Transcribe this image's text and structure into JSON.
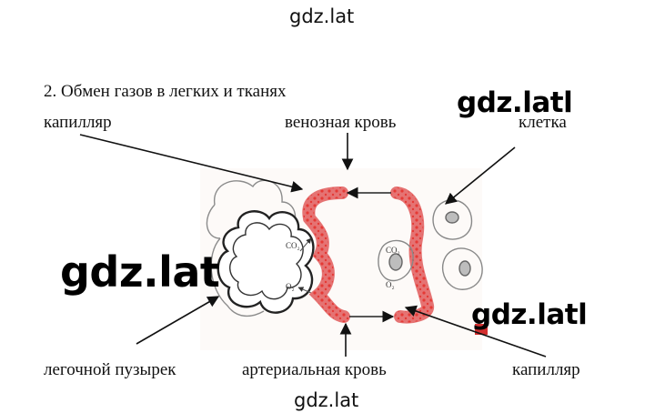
{
  "watermarks": {
    "top": "gdz.lat",
    "bottom": "gdz.lat",
    "big_left": "gdz.lat",
    "big_top_right": "gdz.latl",
    "big_bottom_right": "gdz.latl"
  },
  "figure": {
    "title": "2.   Обмен газов в легких и тканях",
    "labels": {
      "capillary_top": "капилляр",
      "venous_blood": "венозная кровь",
      "cell": "клетка",
      "alveolus": "легочной пузырек",
      "arterial_blood": "артериальная кровь",
      "capillary_bottom": "капилляр"
    },
    "inner": {
      "co2_left": "CO₂",
      "o2_left": "O₂",
      "co2_right": "CO₂",
      "o2_right": "O₂"
    }
  },
  "colors": {
    "blood": "#e53935",
    "vessel_fill": "#fbe3e3",
    "accent_square": "#d32f2f"
  }
}
